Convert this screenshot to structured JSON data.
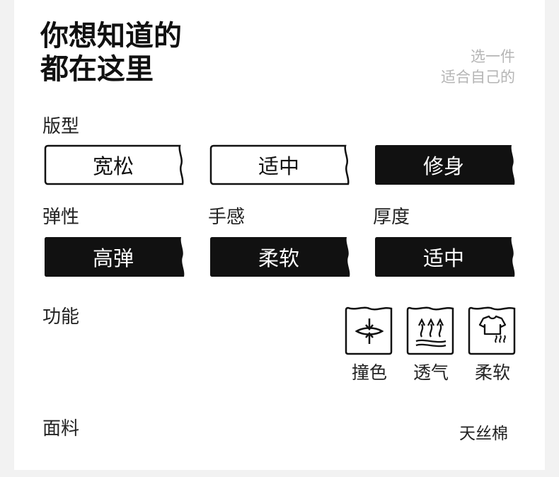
{
  "title": {
    "line1": "你想知道的",
    "line2": "都在这里"
  },
  "tagline": {
    "line1": "选一件",
    "line2": "适合自己的"
  },
  "fit": {
    "label": "版型",
    "options": [
      {
        "label": "宽松",
        "selected": false
      },
      {
        "label": "适中",
        "selected": false
      },
      {
        "label": "修身",
        "selected": true
      }
    ]
  },
  "elasticity": {
    "label": "弹性",
    "value": "高弹"
  },
  "hand_feel": {
    "label": "手感",
    "value": "柔软"
  },
  "thickness": {
    "label": "厚度",
    "value": "适中"
  },
  "functions": {
    "label": "功能",
    "items": [
      {
        "label": "撞色",
        "icon": "color-block-icon"
      },
      {
        "label": "透气",
        "icon": "breathable-icon"
      },
      {
        "label": "柔软",
        "icon": "soft-shirt-icon"
      }
    ]
  },
  "fabric": {
    "label": "面料",
    "value": "天丝棉"
  },
  "colors": {
    "ink": "#111111",
    "muted": "#b5b5b5",
    "page": "#f2f2f2"
  }
}
